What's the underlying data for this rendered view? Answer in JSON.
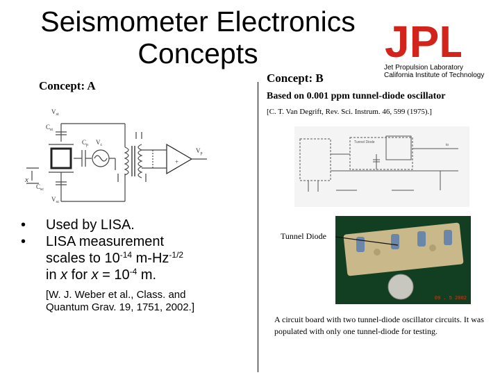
{
  "title_line1": "Seismometer Electronics",
  "title_line2": "Concepts",
  "logo": {
    "mark": "JPL",
    "line1": "Jet Propulsion Laboratory",
    "line2": "California Institute of Technology",
    "color": "#d3241b"
  },
  "concept_a": {
    "heading": "Concept: A",
    "diagram_labels": {
      "vst": "V",
      "vst_sub": "st",
      "cst": "C",
      "cst_sub": "st",
      "cp": "C",
      "cp_sub": "p",
      "vc": "V",
      "vc_sub": "c",
      "vp": "V",
      "vp_sub": "p",
      "plus": "+",
      "x": "x",
      "csc": "C",
      "csc_sub": "sc",
      "vsc": "V",
      "vsc_sub": "sc"
    },
    "bullet1": "Used by LISA.",
    "bullet2_l1": "LISA measurement",
    "bullet2_l2_a": "scales to    10",
    "bullet2_l2_exp1": "-14",
    "bullet2_l2_b": " m-Hz",
    "bullet2_l2_exp2": "-1/2",
    "bullet2_l3_a": "in ",
    "bullet2_l3_x": "x",
    "bullet2_l3_b": " for ",
    "bullet2_l3_x2": "x",
    "bullet2_l3_c": " = 10",
    "bullet2_l3_exp": "-4",
    "bullet2_l3_d": " m.",
    "reference_l1": "[W. J. Weber et al., Class. and",
    "reference_l2": "Quantum Grav. 19, 1751, 2002.]"
  },
  "concept_b": {
    "heading": "Concept: B",
    "basis": "Based on 0.001 ppm tunnel-diode oscillator",
    "reference": "[C. T. Van Degrift, Rev. Sci. Instrum. 46, 599 (1975).]",
    "schematic_labels": {
      "tunnel_diode": "Tunnel Diode",
      "out": "to"
    },
    "tunnel_diode_label": "Tunnel Diode",
    "photo_date": "09 . 5 2002",
    "caption": "A circuit board with two tunnel-diode oscillator circuits.  It was populated with only one tunnel-diode for testing."
  }
}
